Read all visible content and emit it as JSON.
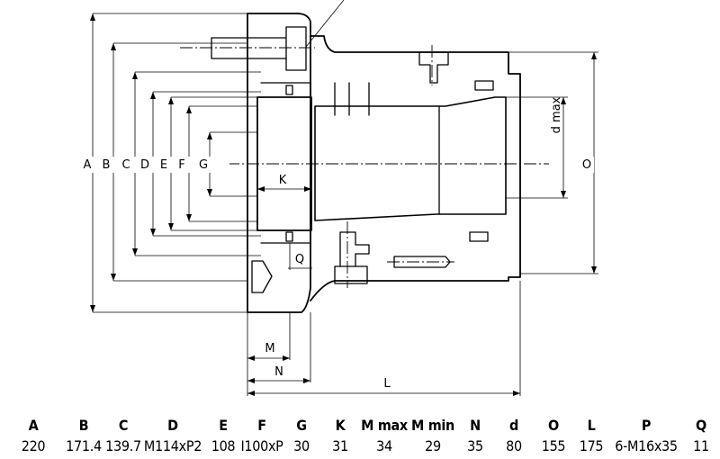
{
  "drawing": {
    "labels": {
      "A": "A",
      "B": "B",
      "C": "C",
      "D": "D",
      "E": "E",
      "F": "F",
      "G": "G",
      "K": "K",
      "Q": "Q",
      "M": "M",
      "N": "N",
      "L": "L",
      "O": "O",
      "dmax": "d max"
    }
  },
  "table": {
    "headers": [
      "A",
      "B",
      "C",
      "D",
      "E",
      "F",
      "G",
      "K",
      "M max",
      "M min",
      "N",
      "d",
      "O",
      "L",
      "P",
      "Q"
    ],
    "values": [
      "220",
      "171.4",
      "139.7",
      "M114xP2",
      "108",
      "I100xP",
      "30",
      "31",
      "34",
      "29",
      "35",
      "80",
      "155",
      "175",
      "6-M16x35",
      "11"
    ]
  }
}
